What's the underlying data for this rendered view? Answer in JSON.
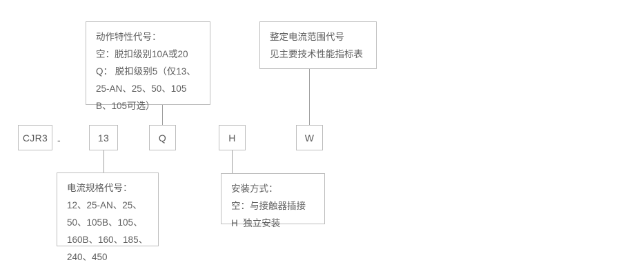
{
  "diagram": {
    "type": "product-model-code-breakdown",
    "model_row": {
      "series_code": "CJR3",
      "separator": "-",
      "segments": [
        {
          "key": "current-spec",
          "label": "13"
        },
        {
          "key": "action-characteristic",
          "label": "Q"
        },
        {
          "key": "mounting-method",
          "label": "H"
        },
        {
          "key": "setting-current-range",
          "label": "W"
        }
      ]
    },
    "notes": {
      "action_characteristic": {
        "title": "动作特性代号：",
        "lines": [
          "动作特性代号：",
          "空：脱扣级别10A或20",
          "Q： 脱扣级别5（仅13、",
          "25-AN、25、50、105",
          "B、105可选）"
        ],
        "text": "动作特性代号：\n空：脱扣级别10A或20\nQ： 脱扣级别5（仅13、\n25-AN、25、50、105\nB、105可选）"
      },
      "setting_current_range": {
        "title": "整定电流范围代号",
        "lines": [
          "整定电流范围代号",
          "见主要技术性能指标表"
        ],
        "text": "整定电流范围代号\n见主要技术性能指标表"
      },
      "current_spec": {
        "title": "电流规格代号：",
        "lines": [
          "电流规格代号：",
          "12、25-AN、25、",
          "50、105B、105、",
          "160B、160、185、",
          "240、450"
        ],
        "text": "电流规格代号：\n12、25-AN、25、\n50、105B、105、\n160B、160、185、\n240、450"
      },
      "mounting_method": {
        "title": "安装方式：",
        "lines": [
          "安装方式：",
          "空：与接触器插接",
          "H  独立安装"
        ],
        "text": "安装方式：\n空：与接触器插接\nH  独立安装"
      }
    },
    "colors": {
      "border": "#bdbdbd",
      "connector": "#9e9e9e",
      "text": "#5a5a5a",
      "background": "#ffffff"
    }
  }
}
